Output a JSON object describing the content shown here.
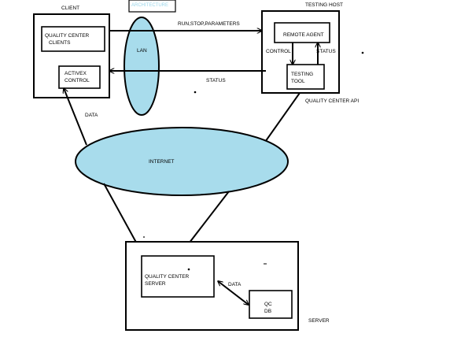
{
  "colors": {
    "ellipse_fill": "#a8dcec",
    "title_color": "#9ad6ea",
    "stroke": "#000000"
  },
  "title": "ARCHITECTURE",
  "client": {
    "label": "CLIENT",
    "qc_clients_line1": "QUALITY CENTER",
    "qc_clients_line2": "CLIENTS",
    "activex_line1": "ACTIVEX",
    "activex_line2": "CONTROL"
  },
  "lan": {
    "label": "LAN"
  },
  "testing_host": {
    "label": "TESTING HOST",
    "remote_agent": "REMOTE AGENT",
    "testing_tool_line1": "TESTING",
    "testing_tool_line2": "TOOL",
    "control": "CONTROL",
    "status": "STATUS",
    "api_label": "QUALITY CENTER API"
  },
  "arrows": {
    "run_stop": "RUN,STOP,PARAMETERS",
    "status": "STATUS",
    "data_client": "DATA",
    "data_db": "DATA"
  },
  "internet": {
    "label": "INTERNET"
  },
  "server": {
    "label": "SERVER",
    "qc_server_line1": "QUALITY CENTER",
    "qc_server_line2": "SERVER",
    "db_line1": "QC",
    "db_line2": "DB"
  }
}
